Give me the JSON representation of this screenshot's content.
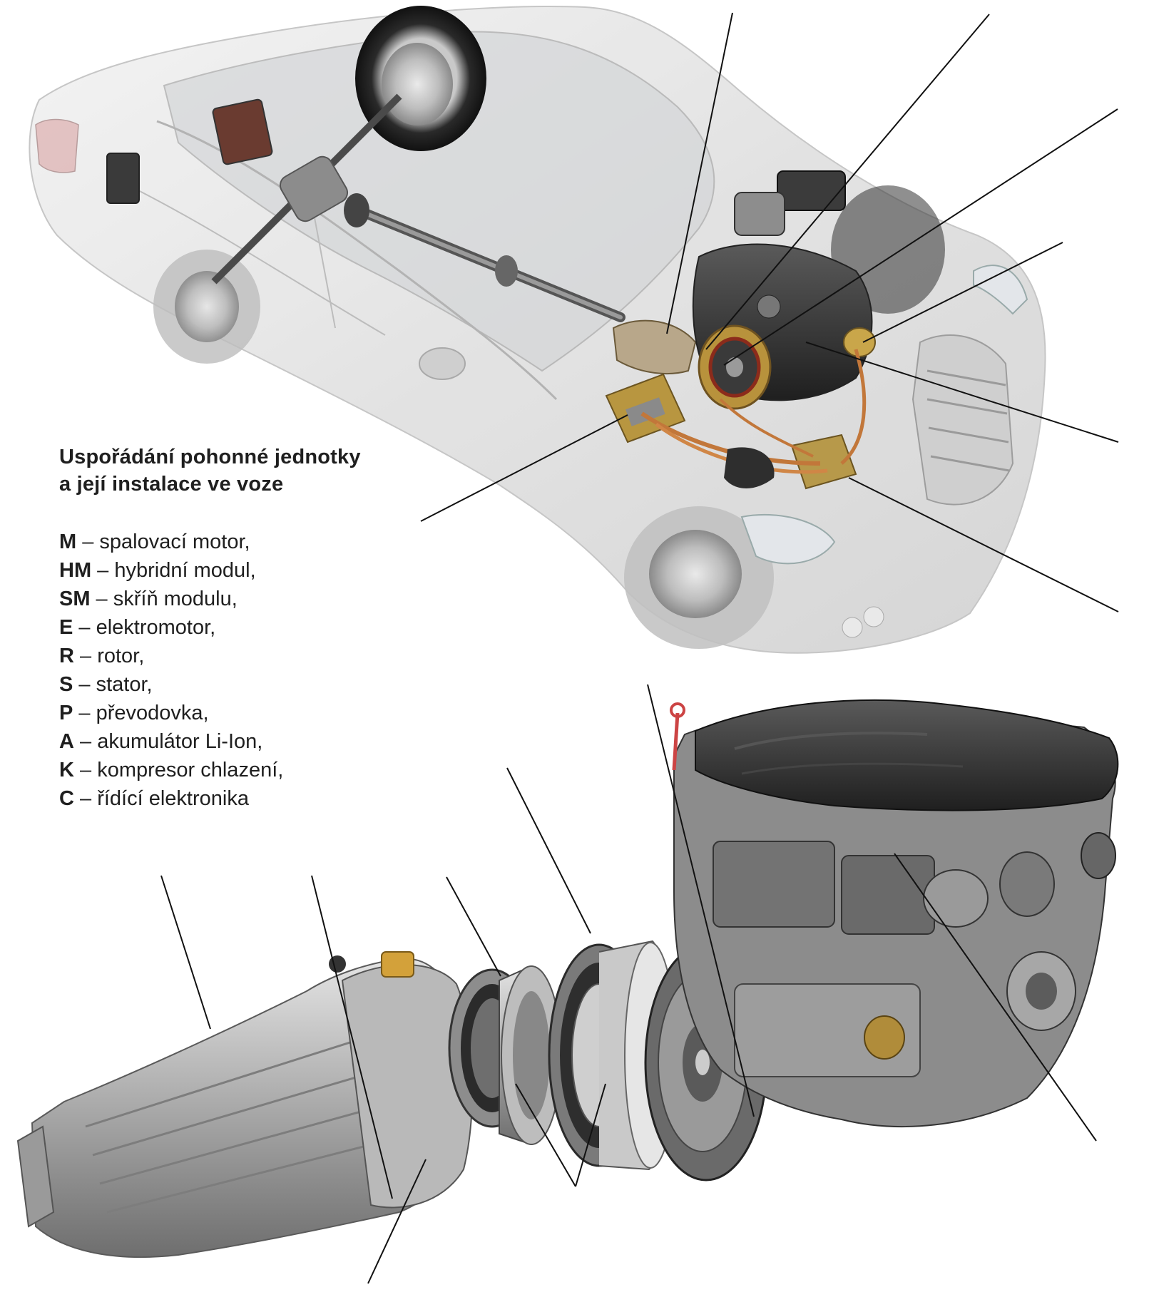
{
  "caption": {
    "title_line1": "Uspořádání pohonné jednotky",
    "title_line2": "a její instalace ve voze"
  },
  "legend": [
    {
      "code": "M",
      "text": " – spalovací motor,"
    },
    {
      "code": "HM",
      "text": " – hybridní modul,"
    },
    {
      "code": "SM",
      "text": " – skříň modulu,"
    },
    {
      "code": "E",
      "text": " – elektromotor,"
    },
    {
      "code": "R",
      "text": " – rotor,"
    },
    {
      "code": "S",
      "text": " – stator,"
    },
    {
      "code": "P",
      "text": " – převodovka,"
    },
    {
      "code": "A",
      "text": " – akumulátor Li-Ion,"
    },
    {
      "code": "K",
      "text": " – kompresor chlazení,"
    },
    {
      "code": "C",
      "text": " – řídící elektronika"
    }
  ],
  "colors": {
    "car_body": "#dcdcdc",
    "metal": "#9a9a9a",
    "dark_metal": "#3c3c3c",
    "copper": "#c2773a",
    "gold": "#c9a64a",
    "leader": "#111111"
  }
}
